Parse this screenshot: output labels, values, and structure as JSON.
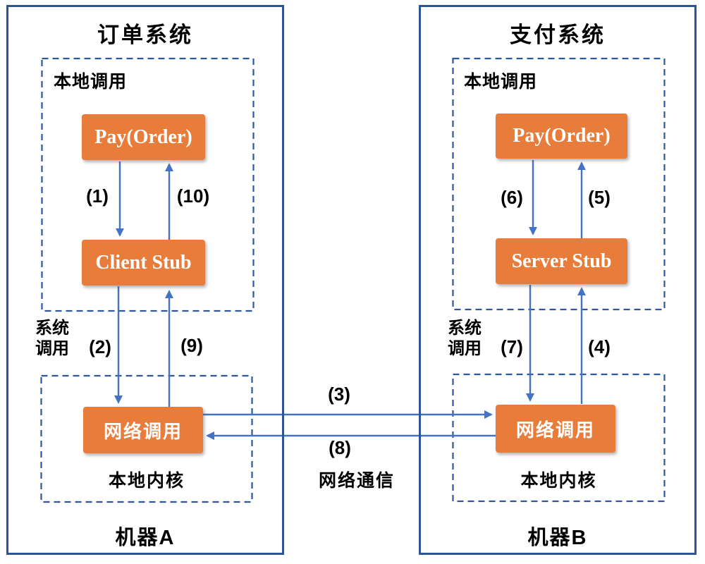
{
  "colors": {
    "box_fill": "#E87C3B",
    "box_text": "#FFFFFF",
    "arrow": "#4472C4",
    "solid_border": "#2E5492",
    "dashed_border": "#2E5899",
    "text": "#000000"
  },
  "left_system": {
    "title": "订单系统",
    "machine_label": "机器A",
    "local_call_label": "本地调用",
    "system_call_label": "系统\n调用",
    "kernel_label": "本地内核",
    "call_box": "Pay(Order)",
    "stub_box": "Client Stub",
    "network_box": "网络调用",
    "steps": {
      "s1": "(1)",
      "s2": "(2)",
      "s9": "(9)",
      "s10": "(10)"
    }
  },
  "right_system": {
    "title": "支付系统",
    "machine_label": "机器B",
    "local_call_label": "本地调用",
    "system_call_label": "系统\n调用",
    "kernel_label": "本地内核",
    "call_box": "Pay(Order)",
    "stub_box": "Server Stub",
    "network_box": "网络调用",
    "steps": {
      "s4": "(4)",
      "s5": "(5)",
      "s6": "(6)",
      "s7": "(7)"
    }
  },
  "network": {
    "request_step": "(3)",
    "response_step": "(8)",
    "comm_label": "网络通信"
  }
}
